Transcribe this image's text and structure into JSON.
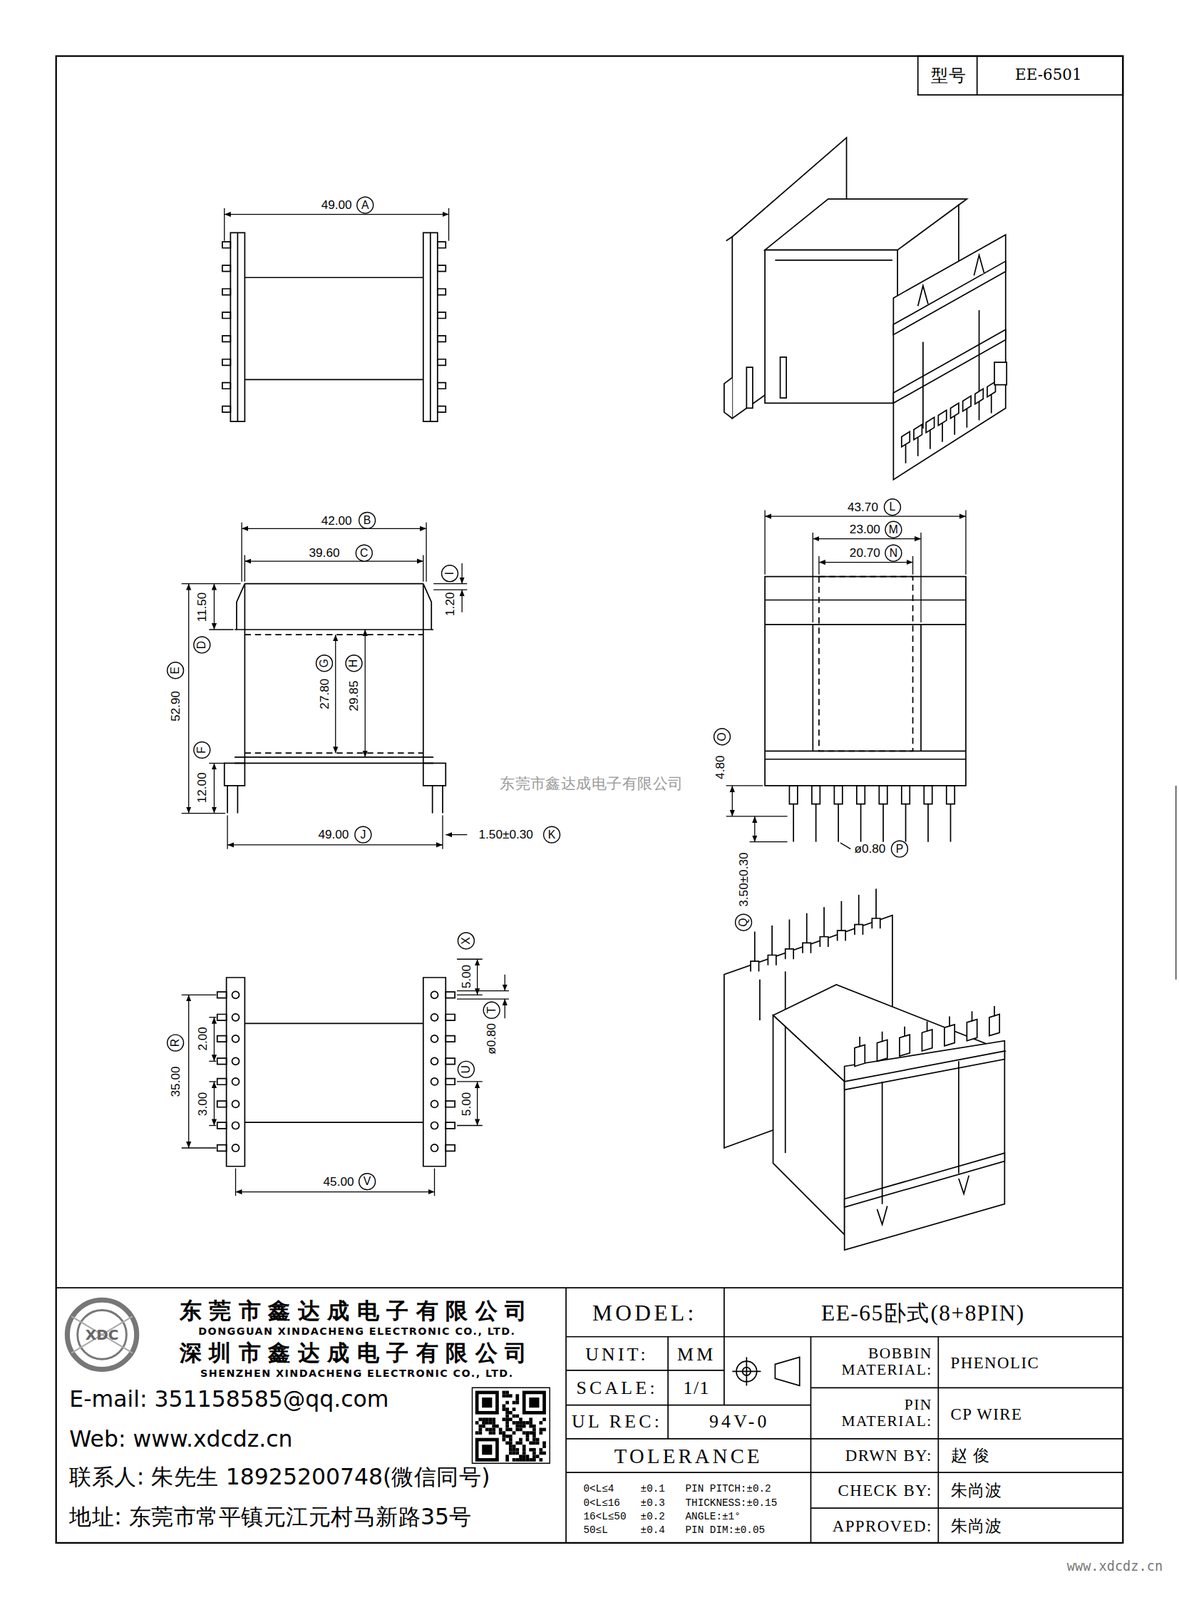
{
  "diagram": {
    "labels": [
      "型号",
      "EE-6501",
      "49.00",
      "A",
      "42.00",
      "B",
      "39.60",
      "C",
      "11.50",
      "D",
      "52.90",
      "E",
      "12.00",
      "F",
      "27.80",
      "G",
      "29.85",
      "H",
      "1.20",
      "I",
      "49.00",
      "J",
      "1.50±0.30",
      "K",
      "43.70",
      "L",
      "23.00",
      "M",
      "20.70",
      "N",
      "O",
      "4.80",
      "ø0.80",
      "P",
      "3.50±0.30",
      "Q",
      "X",
      "5.00",
      "T",
      "ø0.80",
      "U",
      "5.00",
      "R",
      "35.00",
      "2.00",
      "3.00",
      "45.00",
      "V",
      "东莞市鑫达成电子有限公司",
      "XDC",
      "东莞市鑫达成电子有限公司",
      "DONGGUAN XINDACHENG ELECTRONIC CO., LTD.",
      "深圳市鑫达成电子有限公司",
      "SHENZHEN XINDACHENG ELECTRONIC CO., LTD.",
      "E-mail: 351158585@qq.com",
      "Web: www.xdcdz.cn",
      "联系人: 朱先生 18925200748(微信同号)",
      "地址: 东莞市常平镇元江元村马新路35号",
      "MODEL:",
      "EE-65卧式(8+8PIN)",
      "UNIT:",
      "MM",
      "SCALE:",
      "1/1",
      "UL REC:",
      "94V-0",
      "TOLERANCE",
      "0<L≤4",
      "±0.1",
      "PIN PITCH:±0.2",
      "0<L≤16",
      "±0.3",
      "THICKNESS:±0.15",
      "16<L≤50",
      "±0.2",
      "ANGLE:±1°",
      "50≤L",
      "±0.4",
      "PIN DIM:±0.05",
      "BOBBIN MATERIAL:",
      "PHENOLIC",
      "PIN MATERIAL:",
      "CP WIRE",
      "DRWN BY:",
      "赵 俊",
      "CHECK BY:",
      "朱尚波",
      "APPROVED:",
      "朱尚波",
      "www.xdcdz.cn"
    ]
  }
}
